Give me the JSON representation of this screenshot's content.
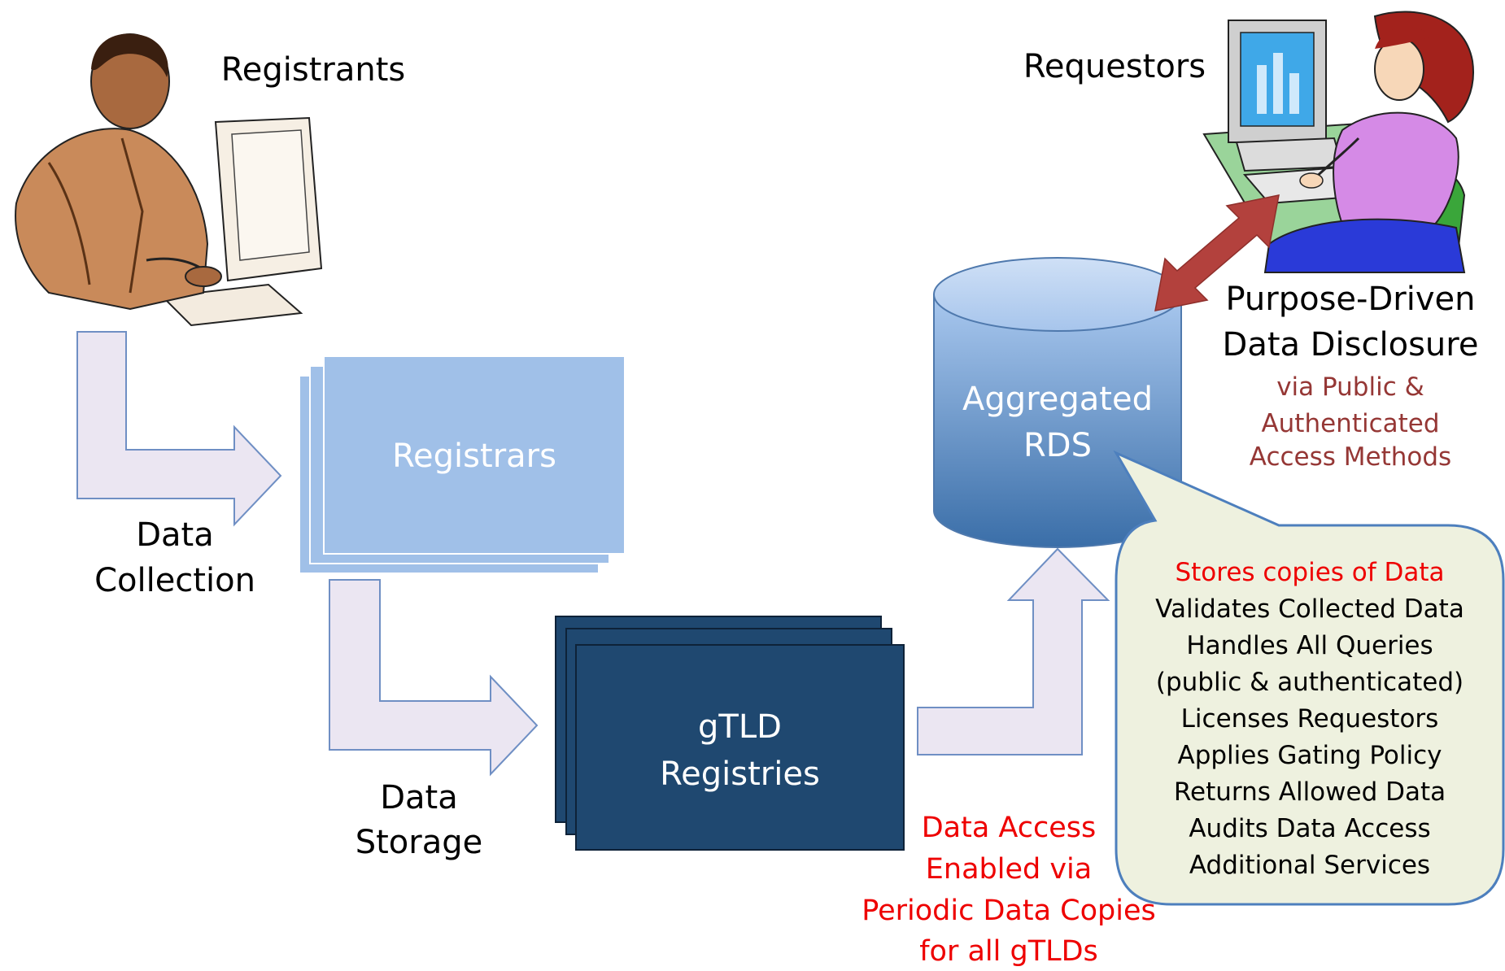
{
  "labels": {
    "registrants": "Registrants",
    "requestors": "Requestors",
    "registrars": "Registrars",
    "gtld_line1": "gTLD",
    "gtld_line2": "Registries",
    "rds_line1": "Aggregated",
    "rds_line2": "RDS",
    "collection_line1": "Data",
    "collection_line2": "Collection",
    "storage_line1": "Data",
    "storage_line2": "Storage",
    "disclosure_line1": "Purpose-Driven",
    "disclosure_line2": "Data Disclosure",
    "via_line1": "via Public &",
    "via_line2": "Authenticated",
    "via_line3": "Access Methods",
    "access_line1": "Data Access",
    "access_line2": "Enabled via",
    "access_line3": "Periodic Data Copies",
    "access_line4": "for all gTLDs"
  },
  "callout": [
    "Stores copies of Data",
    "Validates Collected Data",
    "Handles All Queries",
    "(public & authenticated)",
    "Licenses Requestors",
    "Applies Gating Policy",
    "Returns Allowed Data",
    "Audits Data Access",
    "Additional Services"
  ],
  "colors": {
    "registrars_box": "#a0c0e8",
    "gtld_box": "#1f4870",
    "rds_cylinder": "#5b8fc9",
    "flow_arrow_fill": "#ebe6f2",
    "flow_arrow_stroke": "#6f8fc4",
    "access_arrow": "#b3413d",
    "callout_fill": "#eef1df",
    "highlight_red": "#ee0000",
    "via_brown": "#953735"
  },
  "icons": {
    "registrant": "man-at-computer-icon",
    "requestor": "woman-at-computer-icon"
  }
}
